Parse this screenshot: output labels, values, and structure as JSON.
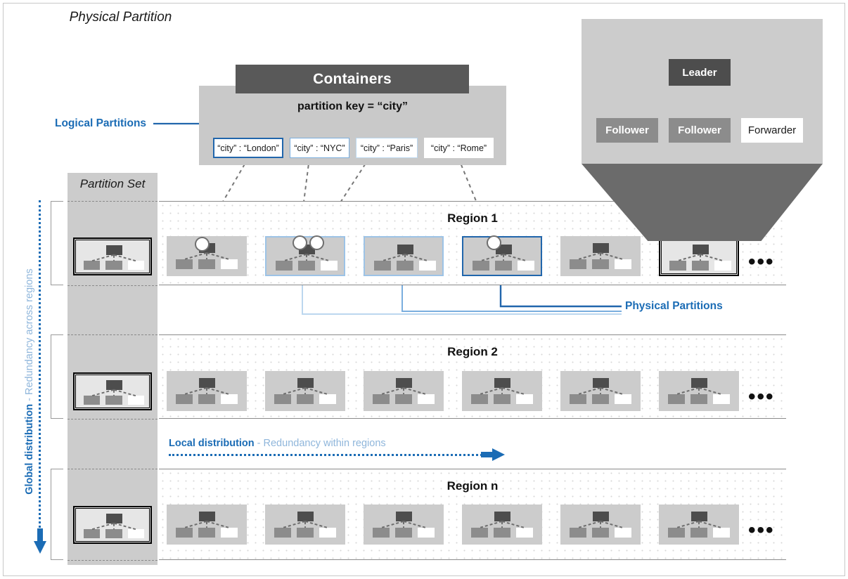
{
  "colors": {
    "accent_blue": "#1b6cb5",
    "light_blue": "#9dc3e6",
    "dark_blue": "#2166ac",
    "pale_blue_text": "#8fb6db",
    "dark_gray": "#4d4d4d",
    "mid_gray": "#8c8c8c",
    "panel_gray": "#cccccc",
    "funnel_gray": "#6b6b6b",
    "header_gray": "#595959"
  },
  "containers": {
    "header_label": "Containers",
    "partition_key_label": "partition key = “city”",
    "logical_partitions_label": "Logical Partitions",
    "logical_partitions": [
      {
        "label": "“city” : “London”",
        "style": "dark-blue"
      },
      {
        "label": "“city” : “NYC”",
        "style": "mid-blue"
      },
      {
        "label": "“city” : “Paris”",
        "style": "light-blue"
      },
      {
        "label": "“city” : “Rome”",
        "style": "plain"
      }
    ]
  },
  "physical_partition_panel": {
    "title": "Physical Partition",
    "nodes": [
      {
        "label": "Leader",
        "role": "leader"
      },
      {
        "label": "Follower",
        "role": "follower"
      },
      {
        "label": "Follower",
        "role": "follower"
      },
      {
        "label": "Forwarder",
        "role": "forwarder"
      }
    ]
  },
  "partition_set": {
    "title": "Partition Set"
  },
  "regions": [
    {
      "title": "Region 1",
      "ellipsis": "•••",
      "partition_count": 6
    },
    {
      "title": "Region 2",
      "ellipsis": "•••",
      "partition_count": 6
    },
    {
      "title": "Region n",
      "ellipsis": "•••",
      "partition_count": 6
    }
  ],
  "callouts": {
    "physical_partitions_label": "Physical Partitions",
    "global_distribution_bold": "Global distribution",
    "global_distribution_rest": "  -  Redundancy across regions",
    "local_distribution_bold": "Local distribution",
    "local_distribution_rest": "  -  Redundancy within regions"
  }
}
